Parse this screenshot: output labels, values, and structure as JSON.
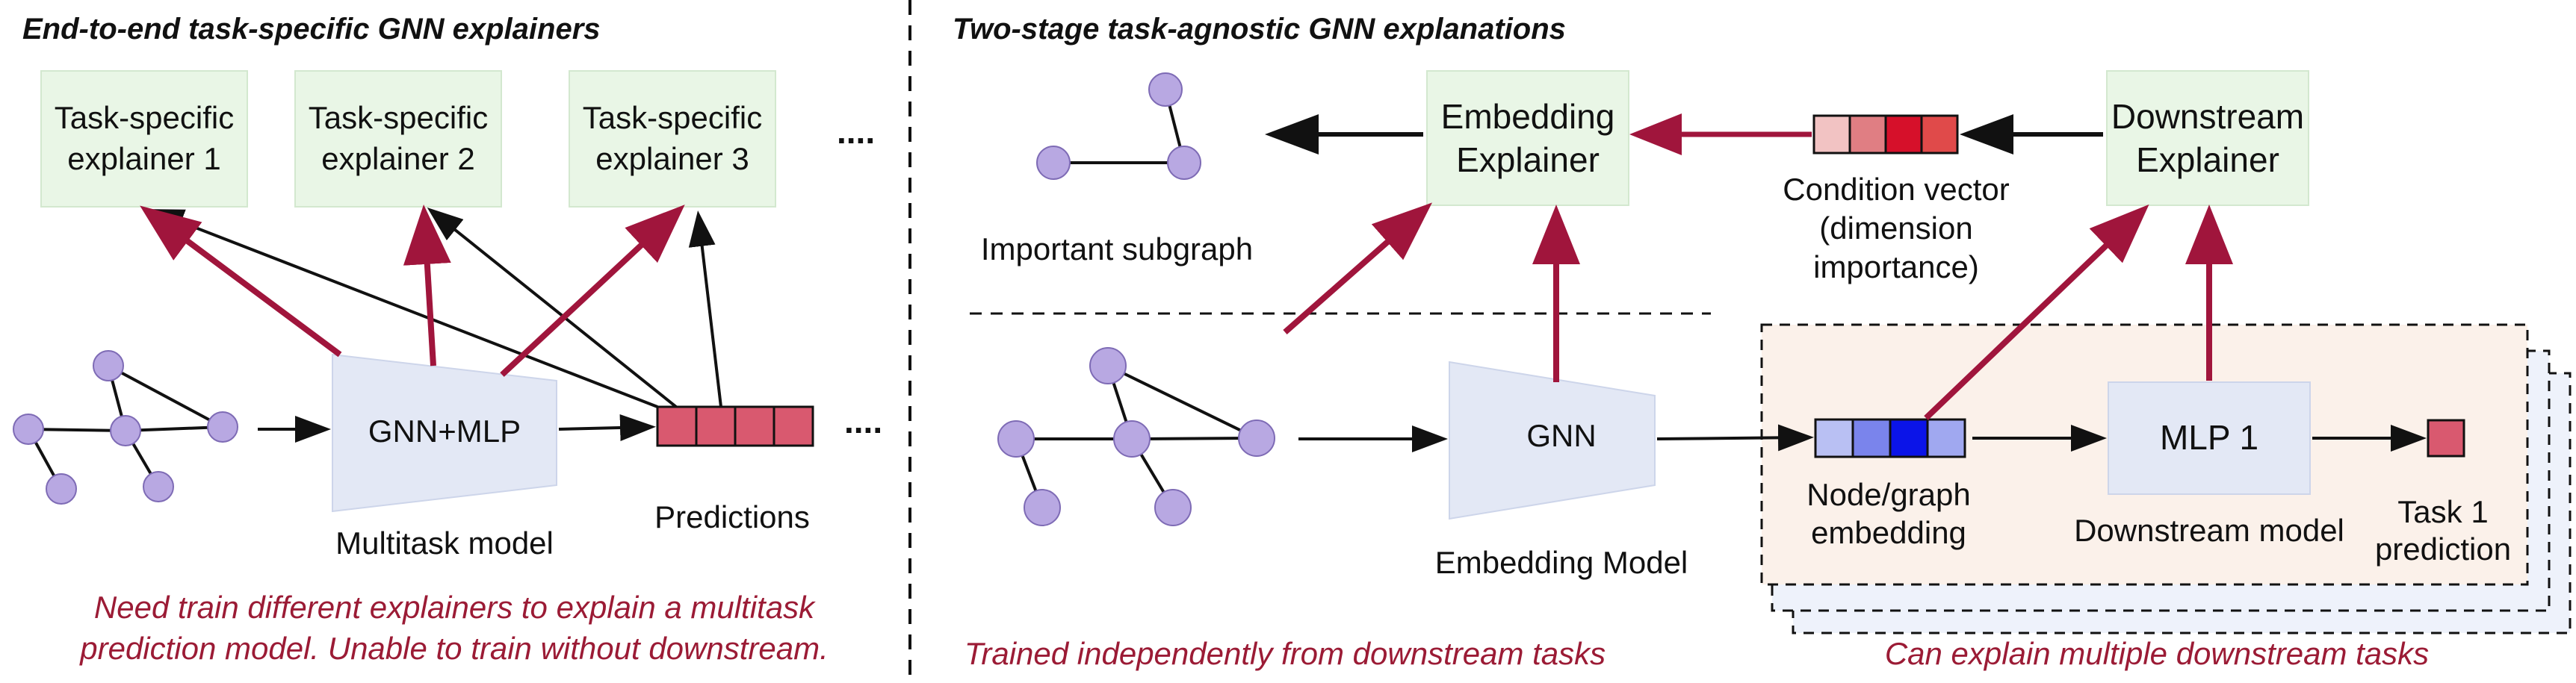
{
  "colors": {
    "red_arrow": "#a0153c",
    "black_arrow": "#111111",
    "green_box": "#e9f6e6",
    "blue_box": "#e3e8f5",
    "node": "#b8a8e2",
    "prediction": "#d9596f",
    "note_red": "#9b1b35",
    "panel_fill": "#fbf1ea"
  },
  "left": {
    "title": "End-to-end task-specific GNN explainers",
    "explainers": [
      {
        "line1": "Task-specific",
        "line2": "explainer 1"
      },
      {
        "line1": "Task-specific",
        "line2": "explainer 2"
      },
      {
        "line1": "Task-specific",
        "line2": "explainer 3"
      }
    ],
    "ellipsis": "....",
    "model_label": "GNN+MLP",
    "model_caption": "Multitask model",
    "predictions_label": "Predictions",
    "note_line1": "Need train different explainers to explain a multitask",
    "note_line2": "prediction model. Unable to train without downstream."
  },
  "right": {
    "title": "Two-stage task-agnostic GNN explanations",
    "embedding_explainer": {
      "line1": "Embedding",
      "line2": "Explainer"
    },
    "downstream_explainer": {
      "line1": "Downstream",
      "line2": "Explainer"
    },
    "subgraph_label": "Important subgraph",
    "condition_line1": "Condition vector",
    "condition_line2": "(dimension",
    "condition_line3": "importance)",
    "gnn_label": "GNN",
    "embedding_model_caption": "Embedding Model",
    "node_embedding_line1": "Node/graph",
    "node_embedding_line2": "embedding",
    "mlp_label": "MLP 1",
    "downstream_model_caption": "Downstream model",
    "task_line1": "Task 1",
    "task_line2": "prediction",
    "note_left": "Trained independently from downstream tasks",
    "note_right": "Can explain multiple downstream tasks"
  }
}
